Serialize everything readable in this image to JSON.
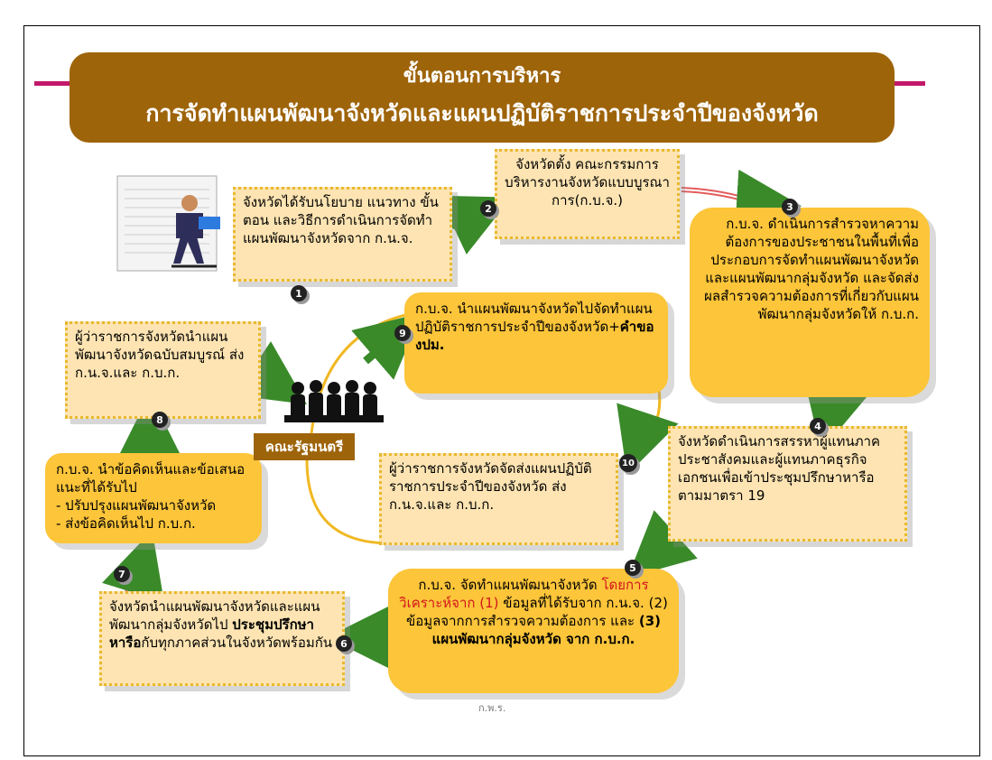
{
  "title": {
    "line1": "ขั้นตอนการบริหาร",
    "line2": "การจัดทำแผนพัฒนาจังหวัดและแผนปฏิบัติราชการประจำปีของจังหวัด"
  },
  "steps": {
    "s1": {
      "num": "1",
      "text": "จังหวัดได้รับนโยบาย แนวทาง ขั้นตอน และวิธีการดำเนินการจัดทำแผนพัฒนาจังหวัดจาก ก.น.จ."
    },
    "s2": {
      "num": "2",
      "text": "จังหวัดตั้ง คณะกรรมการบริหารงานจังหวัดแบบบูรณาการ(ก.บ.จ.)"
    },
    "s3": {
      "num": "3",
      "text": "ก.บ.จ. ดำเนินการสำรวจหาความต้องการของประชาชนในพื้นที่เพื่อประกอบการจัดทำแผนพัฒนาจังหวัดและแผนพัฒนากลุ่มจังหวัด และจัดส่งผลสำรวจความต้องการที่เกี่ยวกับแผนพัฒนากลุ่มจังหวัดให้ ก.บ.ก."
    },
    "s4": {
      "num": "4",
      "text": "จังหวัดดำเนินการสรรหาผู้แทนภาคประชาสังคมและผู้แทนภาคธุรกิจเอกชนเพื่อเข้าประชุมปรึกษาหารือตามมาตรา 19"
    },
    "s5": {
      "num": "5",
      "pre": "ก.บ.จ. จัดทำแผนพัฒนาจังหวัด ",
      "red": "โดยการวิเคราะห์จาก (1)",
      "mid": " ข้อมูลที่ได้รับจาก ก.น.จ. (2) ข้อมูลจากการสำรวจความต้องการ และ ",
      "bold": "(3) แผนพัฒนากลุ่มจังหวัด จาก ก.บ.ก."
    },
    "s6": {
      "num": "6",
      "pre": "จังหวัดนำแผนพัฒนาจังหวัดและแผนพัฒนากลุ่มจังหวัดไป ",
      "bold": "ประชุมปรึกษาหารือ",
      "post": "กับทุกภาคส่วนในจังหวัดพร้อมกัน"
    },
    "s7": {
      "num": "7"
    },
    "s7box": {
      "line1": "ก.บ.จ. นำข้อคิดเห็นและข้อเสนอแนะที่ได้รับไป",
      "line2": "- ปรับปรุงแผนพัฒนาจังหวัด",
      "line3": "- ส่งข้อคิดเห็นไป ก.บ.ก."
    },
    "s8": {
      "num": "8",
      "text": "ผู้ว่าราชการจังหวัดนำแผนพัฒนาจังหวัดฉบับสมบูรณ์ ส่ง ก.น.จ.และ ก.บ.ก."
    },
    "s9": {
      "num": "9",
      "pre": "ก.บ.จ. นำแผนพัฒนาจังหวัดไปจัดทำแผนปฏิบัติราชการประจำปีของจังหวัด+",
      "bold": "คำขอ งปม."
    },
    "s10": {
      "num": "10",
      "text": "ผู้ว่าราชการจังหวัดจัดส่งแผนปฏิบัติราชการประจำปีของจังหวัด ส่ง ก.น.จ.และ ก.บ.ก."
    }
  },
  "cabinet_label": "คณะรัฐมนตรี",
  "footer_label": "ก.พ.ร.",
  "colors": {
    "title_bg": "#9e640a",
    "accent_line": "#c2186a",
    "box_fill": "#fde4b2",
    "box_border": "#e8b92e",
    "rounded_fill": "#fcc53a",
    "arrow": "#3a8a2a"
  }
}
